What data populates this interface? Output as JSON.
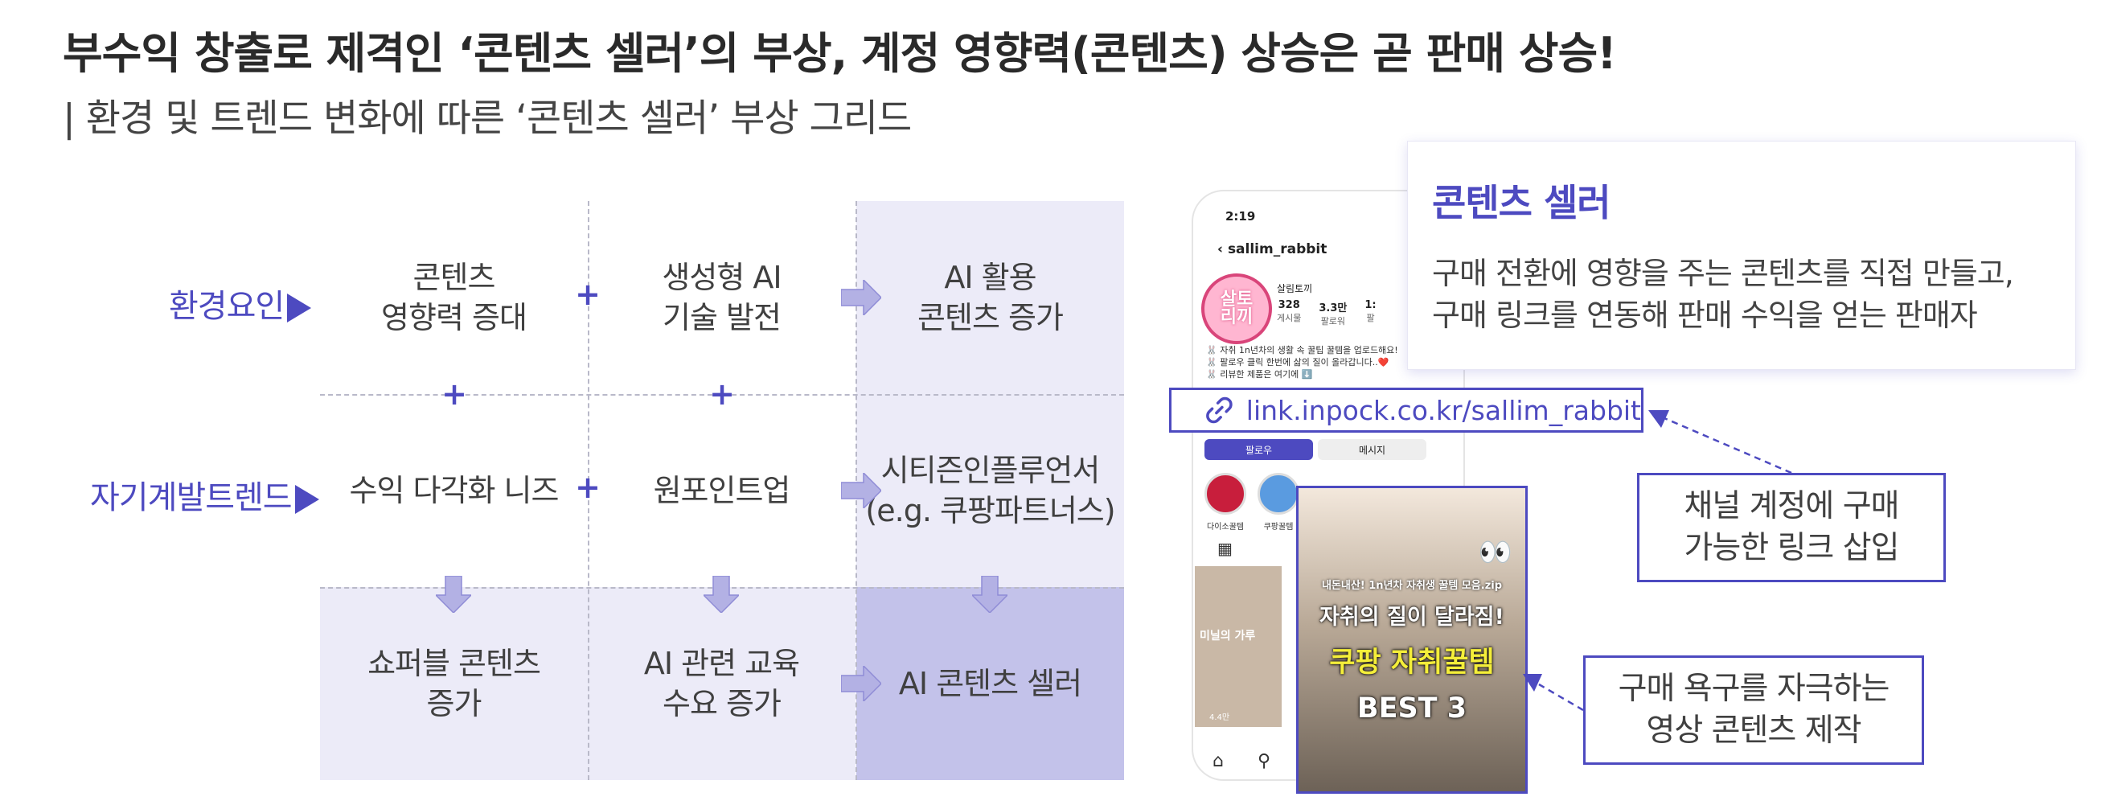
{
  "header": {
    "title": "부수익 창출로 제격인 ‘콘텐츠 셀러’의 부상, 계정 영향력(콘텐츠) 상승은 곧 판매 상승!",
    "subtitle": "| 환경 및 트렌드 변화에 따른 ‘콘텐츠 셀러’ 부상 그리드"
  },
  "grid": {
    "row_labels": [
      "환경요인",
      "자기계발트렌드"
    ],
    "cells": [
      [
        "콘텐츠\n영향력 증대",
        "생성형 AI\n기술 발전",
        "AI 활용\n콘텐츠 증가"
      ],
      [
        "수익 다각화 니즈",
        "원포인트업",
        "시티즌인플루언서\n(e.g. 쿠팡파트너스)"
      ],
      [
        "쇼퍼블 콘텐츠\n증가",
        "AI 관련 교육\n수요 증가",
        "AI 콘텐츠 셀러"
      ]
    ],
    "plus_symbol": "+"
  },
  "phone": {
    "time": "2:19",
    "username": "sallim_rabbit",
    "avatar_text": "살토\n리끼",
    "display_name": "살림토끼",
    "stats": [
      {
        "value": "328",
        "label": "게시물"
      },
      {
        "value": "3.3만",
        "label": "팔로워"
      },
      {
        "value": "1:",
        "label": "팔"
      }
    ],
    "bio": "🐰 자취 1n년차의 생활 속 꿀팁 꿀템을 업로드해요!\n🐰 팔로우 클릭 한번에 삶의 질이 올라갑니다..❤️\n🐰 리뷰한 제품은 여기에 ⬇️",
    "follow_label": "팔로우",
    "message_label": "메시지",
    "highlights": [
      {
        "label": "다이소꿀템",
        "color": "#c81e3c"
      },
      {
        "label": "쿠팡꿀템",
        "color": "#5a9be0"
      }
    ],
    "thumb_text": "미닐의 가루",
    "thumb_views": "4.4만"
  },
  "video": {
    "top_caption": "내돈내산! 1n년차 자취생 꿀템 모음.zip",
    "line1": "자취의 질이 달라짐!",
    "line2": "쿠팡 자취꿀템",
    "line3": "BEST 3"
  },
  "link": {
    "url": "link.inpock.co.kr/sallim_rabbit"
  },
  "definition": {
    "title": "콘텐츠 셀러",
    "text": "구매 전환에 영향을 주는 콘텐츠를 직접 만들고,\n구매 링크를 연동해 판매 수익을 얻는 판매자"
  },
  "callouts": {
    "link_callout": "채널 계정에 구매\n가능한 링크 삽입",
    "video_callout": "구매 욕구를 자극하는\n영상 콘텐츠 제작"
  },
  "colors": {
    "accent": "#4d4ac0",
    "cell_light": "#ecebf8",
    "cell_dark": "#c3c2ea"
  }
}
